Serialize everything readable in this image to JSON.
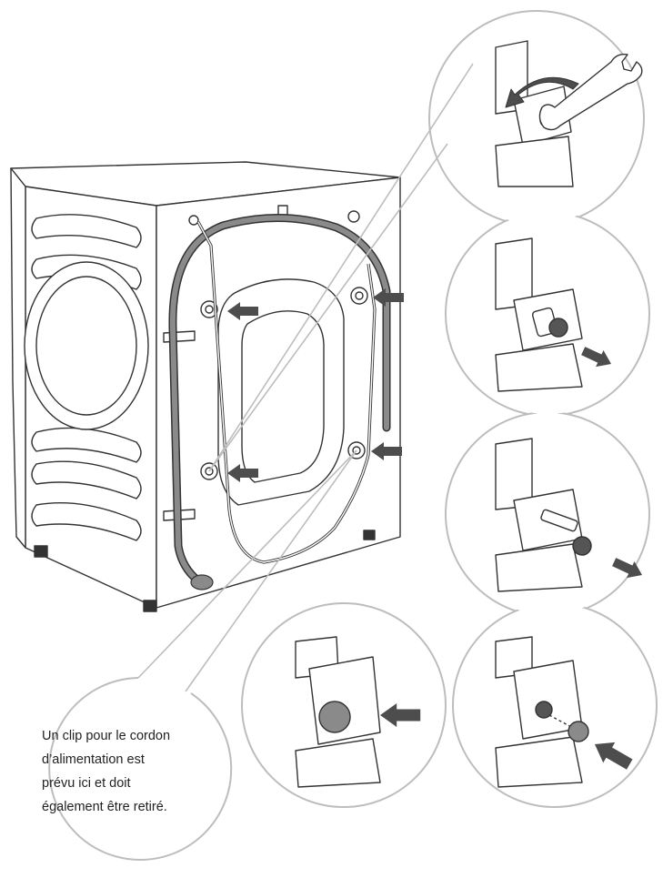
{
  "callout": {
    "lines": [
      "Un clip pour le cordon",
      "d’alimentation est",
      "prévu ici et doit",
      "également être retiré."
    ]
  },
  "colors": {
    "outline": "#333333",
    "hose": "#7a7a7a",
    "arrow": "#4d4d4d",
    "bubble_border": "#bdbdbd",
    "plug": "#8a8a8a"
  },
  "figure": {
    "main_view": "washing-machine-rear",
    "transport_bolt_arrows": 4,
    "detail_steps": [
      "loosen-bolt-with-wrench",
      "pull-out-bolt",
      "remove-bolt-with-spacer",
      "insert-cover-cap",
      "cover-cap-in-place"
    ]
  }
}
